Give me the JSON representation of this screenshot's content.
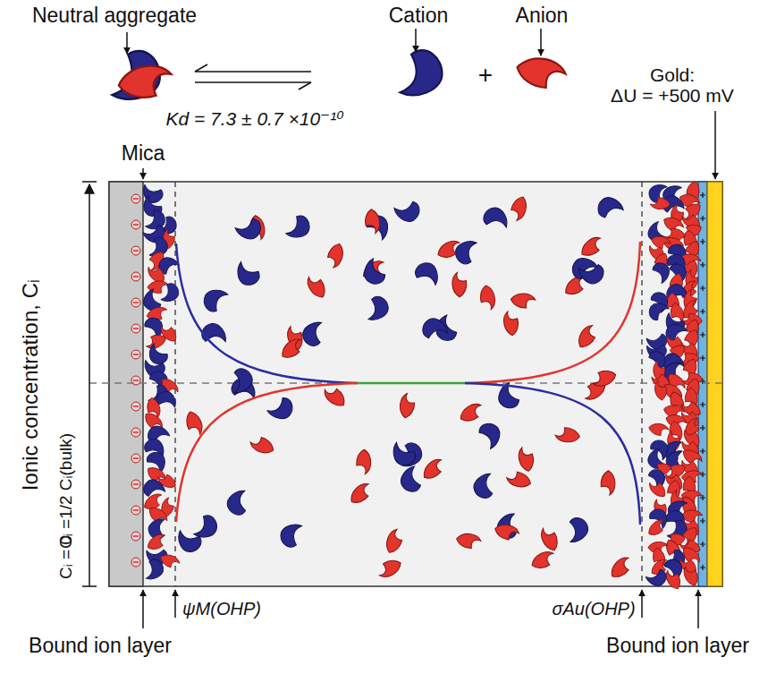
{
  "diagram": {
    "labels": [
      "Neutral aggregate",
      "Cation",
      "Anion",
      "+",
      "Kd = 7.3 ± 0.7 ×10⁻¹⁰",
      "Gold:",
      "ΔU = +500 mV",
      "Mica",
      "Ionic concentration, Cᵢ",
      "Cᵢ =1/2 Cᵢ(bulk)",
      "Cᵢ = 0",
      "ψM(OHP)",
      "σAu(OHP)",
      "Bound ion layer",
      "Bound ion layer"
    ]
  }
}
